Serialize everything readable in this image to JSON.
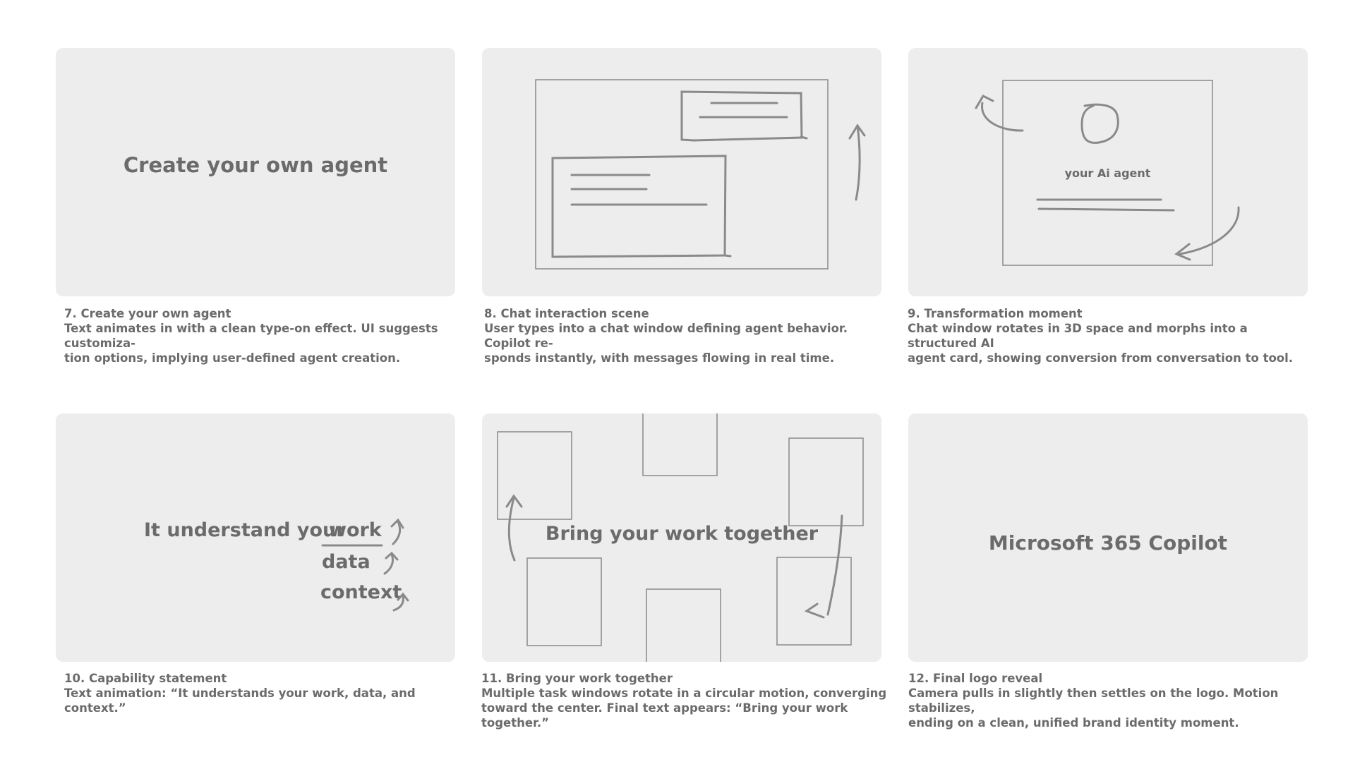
{
  "panels": [
    {
      "id": "p7",
      "scene_text": "Create your own agent",
      "caption_title": "7. Create your own agent",
      "caption_lines": [
        "Text animates in with a clean type-on effect. UI suggests customiza-",
        "tion options, implying user-defined agent creation."
      ]
    },
    {
      "id": "p8",
      "caption_title": "8. Chat interaction scene",
      "caption_lines": [
        "User types into a chat window defining agent behavior. Copilot re-",
        "sponds instantly, with messages flowing in real time."
      ]
    },
    {
      "id": "p9",
      "scene_text": "your Ai agent",
      "caption_title": "9. Transformation moment",
      "caption_lines": [
        "Chat window rotates in 3D space and morphs into a structured AI",
        "agent card, showing conversion from conversation to tool."
      ]
    },
    {
      "id": "p10",
      "scene_text": "It understand your",
      "scene_words": [
        "work",
        "data",
        "context"
      ],
      "caption_title": "10. Capability statement",
      "caption_lines": [
        "Text animation: “It understands your work, data, and context.”"
      ]
    },
    {
      "id": "p11",
      "scene_text": "Bring your work together",
      "caption_title": "11. Bring your work together",
      "caption_lines": [
        "Multiple task windows rotate in a circular motion, converging",
        "toward the center. Final text appears: “Bring your work together.”"
      ]
    },
    {
      "id": "p12",
      "scene_text": "Microsoft 365 Copilot",
      "caption_title": "12. Final logo reveal",
      "caption_lines": [
        "Camera pulls in slightly then settles on the logo. Motion stabilizes,",
        "ending on a clean, unified brand identity moment."
      ]
    }
  ],
  "colors": {
    "panel_bg": "#ededed",
    "ink": "#6b6b6b",
    "sketch": "#8a8a8a"
  }
}
